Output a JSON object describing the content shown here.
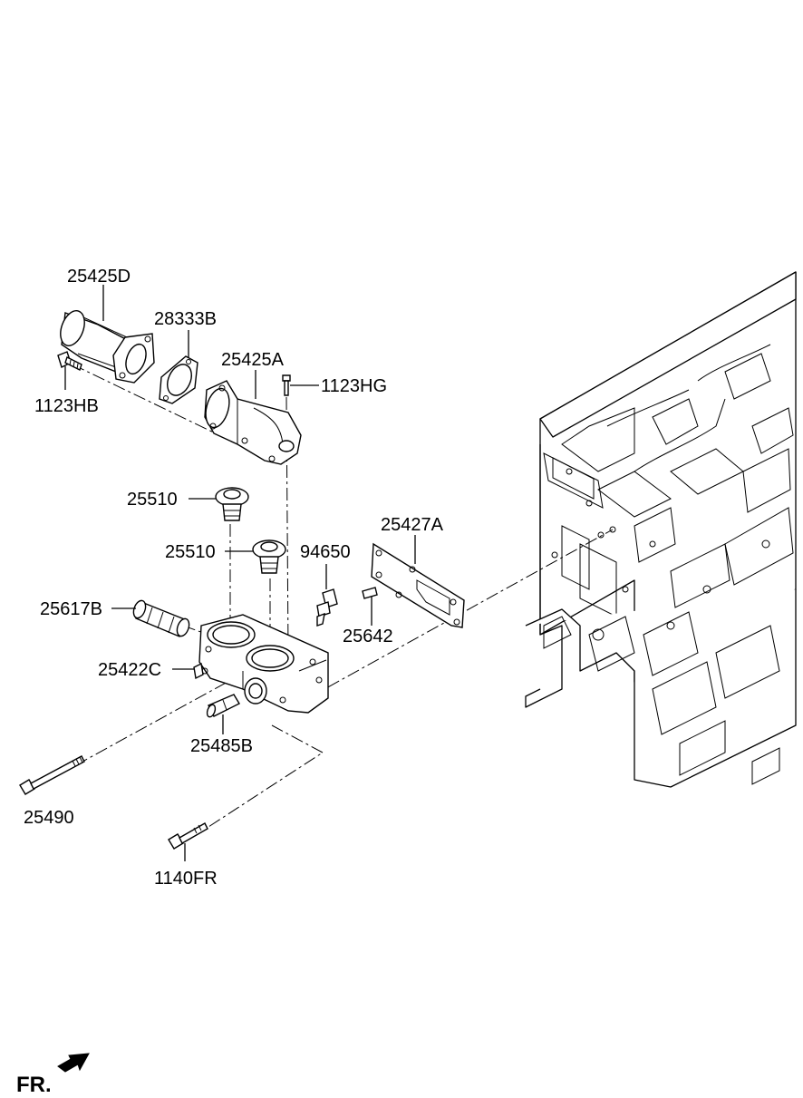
{
  "diagram": {
    "labels": {
      "p25425D": "25425D",
      "p28333B": "28333B",
      "p25425A": "25425A",
      "p1123HG": "1123HG",
      "p1123HB": "1123HB",
      "p25510a": "25510",
      "p25510b": "25510",
      "p94650": "94650",
      "p25427A": "25427A",
      "p25617B": "25617B",
      "p25642": "25642",
      "p25422C": "25422C",
      "p25485B": "25485B",
      "p25490": "25490",
      "p1140FR": "1140FR"
    },
    "direction_label": "FR."
  }
}
